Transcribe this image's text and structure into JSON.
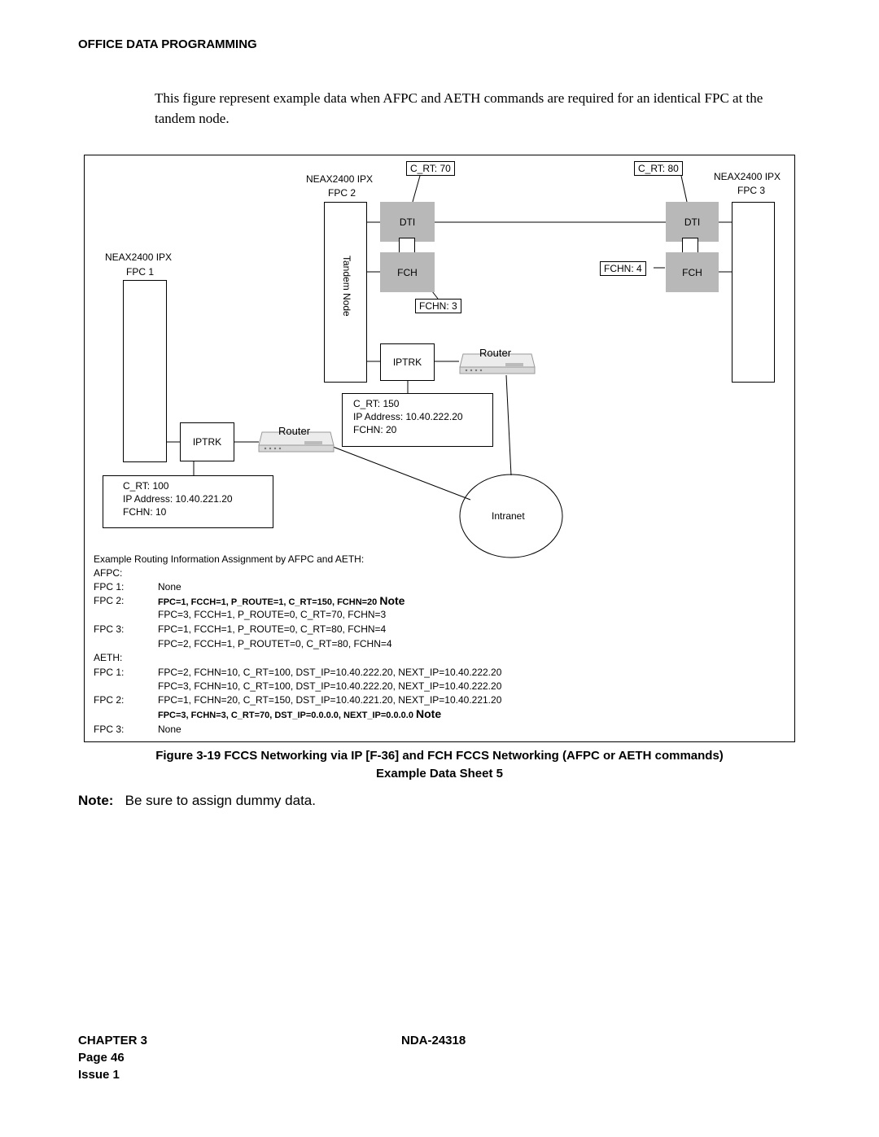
{
  "header": {
    "section_title": "OFFICE DATA PROGRAMMING"
  },
  "intro_text": "This figure represent example data when AFPC and AETH commands are required for an identical FPC at the tandem node.",
  "figure": {
    "fpc1": {
      "title": "NEAX2400 IPX",
      "fpc": "FPC 1"
    },
    "fpc2": {
      "title": "NEAX2400 IPX",
      "fpc": "FPC 2",
      "tandem": "Tandem Node"
    },
    "fpc3": {
      "title": "NEAX2400 IPX",
      "fpc": "FPC 3"
    },
    "crt70": "C_RT: 70",
    "crt80": "C_RT: 80",
    "dti": "DTI",
    "fch": "FCH",
    "fchn3": "FCHN: 3",
    "fchn4": "FCHN: 4",
    "iptrk": "IPTRK",
    "router": "Router",
    "router_device_label": "ROUTER",
    "intranet": "Intranet",
    "box150": {
      "line1": "C_RT: 150",
      "line2": "IP Address: 10.40.222.20",
      "line3": "FCHN: 20"
    },
    "box100": {
      "line1": "C_RT: 100",
      "line2": "IP Address: 10.40.221.20",
      "line3": "FCHN: 10"
    },
    "example_title": "Example Routing Information Assignment by AFPC and AETH:",
    "afpc_label": "AFPC:",
    "aeth_label": "AETH:",
    "note_word": "Note",
    "afpc_rows": [
      {
        "fpc": "FPC 1:",
        "value": "None"
      },
      {
        "fpc": "FPC 2:",
        "value": "FPC=1, FCCH=1, P_ROUTE=1, C_RT=150, FCHN=20"
      },
      {
        "fpc": "",
        "value": "FPC=3, FCCH=1, P_ROUTE=0, C_RT=70, FCHN=3"
      },
      {
        "fpc": "FPC 3:",
        "value": "FPC=1, FCCH=1, P_ROUTE=0, C_RT=80, FCHN=4"
      },
      {
        "fpc": "",
        "value": "FPC=2, FCCH=1, P_ROUTET=0, C_RT=80, FCHN=4"
      }
    ],
    "aeth_rows": [
      {
        "fpc": "FPC 1:",
        "value": "FPC=2, FCHN=10, C_RT=100, DST_IP=10.40.222.20, NEXT_IP=10.40.222.20"
      },
      {
        "fpc": "",
        "value": "FPC=3, FCHN=10, C_RT=100, DST_IP=10.40.222.20, NEXT_IP=10.40.222.20"
      },
      {
        "fpc": "FPC 2:",
        "value": "FPC=1, FCHN=20, C_RT=150, DST_IP=10.40.221.20, NEXT_IP=10.40.221.20"
      },
      {
        "fpc": "",
        "value": "FPC=3, FCHN=3, C_RT=70, DST_IP=0.0.0.0, NEXT_IP=0.0.0.0"
      },
      {
        "fpc": "FPC 3:",
        "value": "None"
      }
    ]
  },
  "caption": {
    "line1": "Figure 3-19   FCCS Networking via IP [F-36] and FCH FCCS Networking (AFPC or AETH commands)",
    "line2": "Example Data Sheet 5"
  },
  "note": {
    "label": "Note:",
    "text": "Be sure to assign dummy data."
  },
  "footer": {
    "chapter": "CHAPTER 3",
    "page": "Page 46",
    "issue": "Issue 1",
    "doc_number": "NDA-24318"
  }
}
